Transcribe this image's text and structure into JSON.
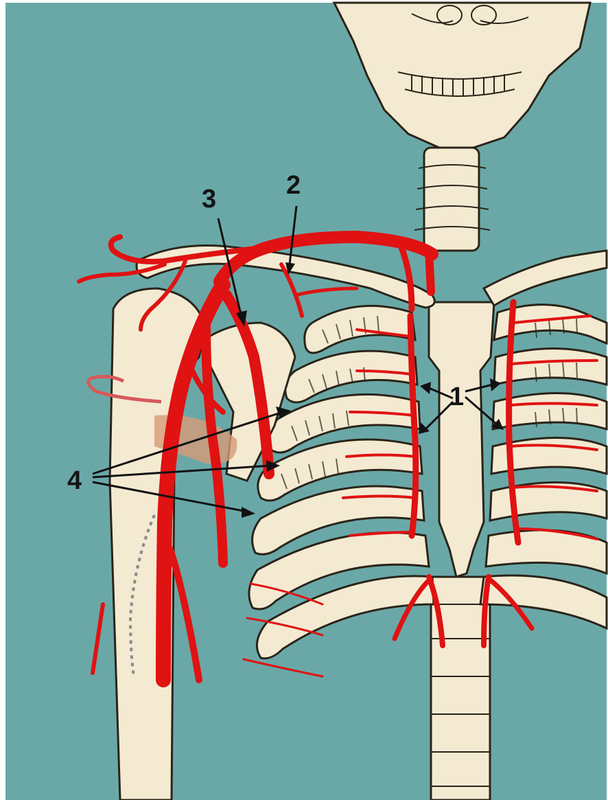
{
  "figure": {
    "background": "#6aa8a8",
    "bone": "#f4ead2",
    "artery": "#e01212",
    "labels": {
      "one": "1",
      "two": "2",
      "three": "3",
      "four": "4"
    }
  }
}
